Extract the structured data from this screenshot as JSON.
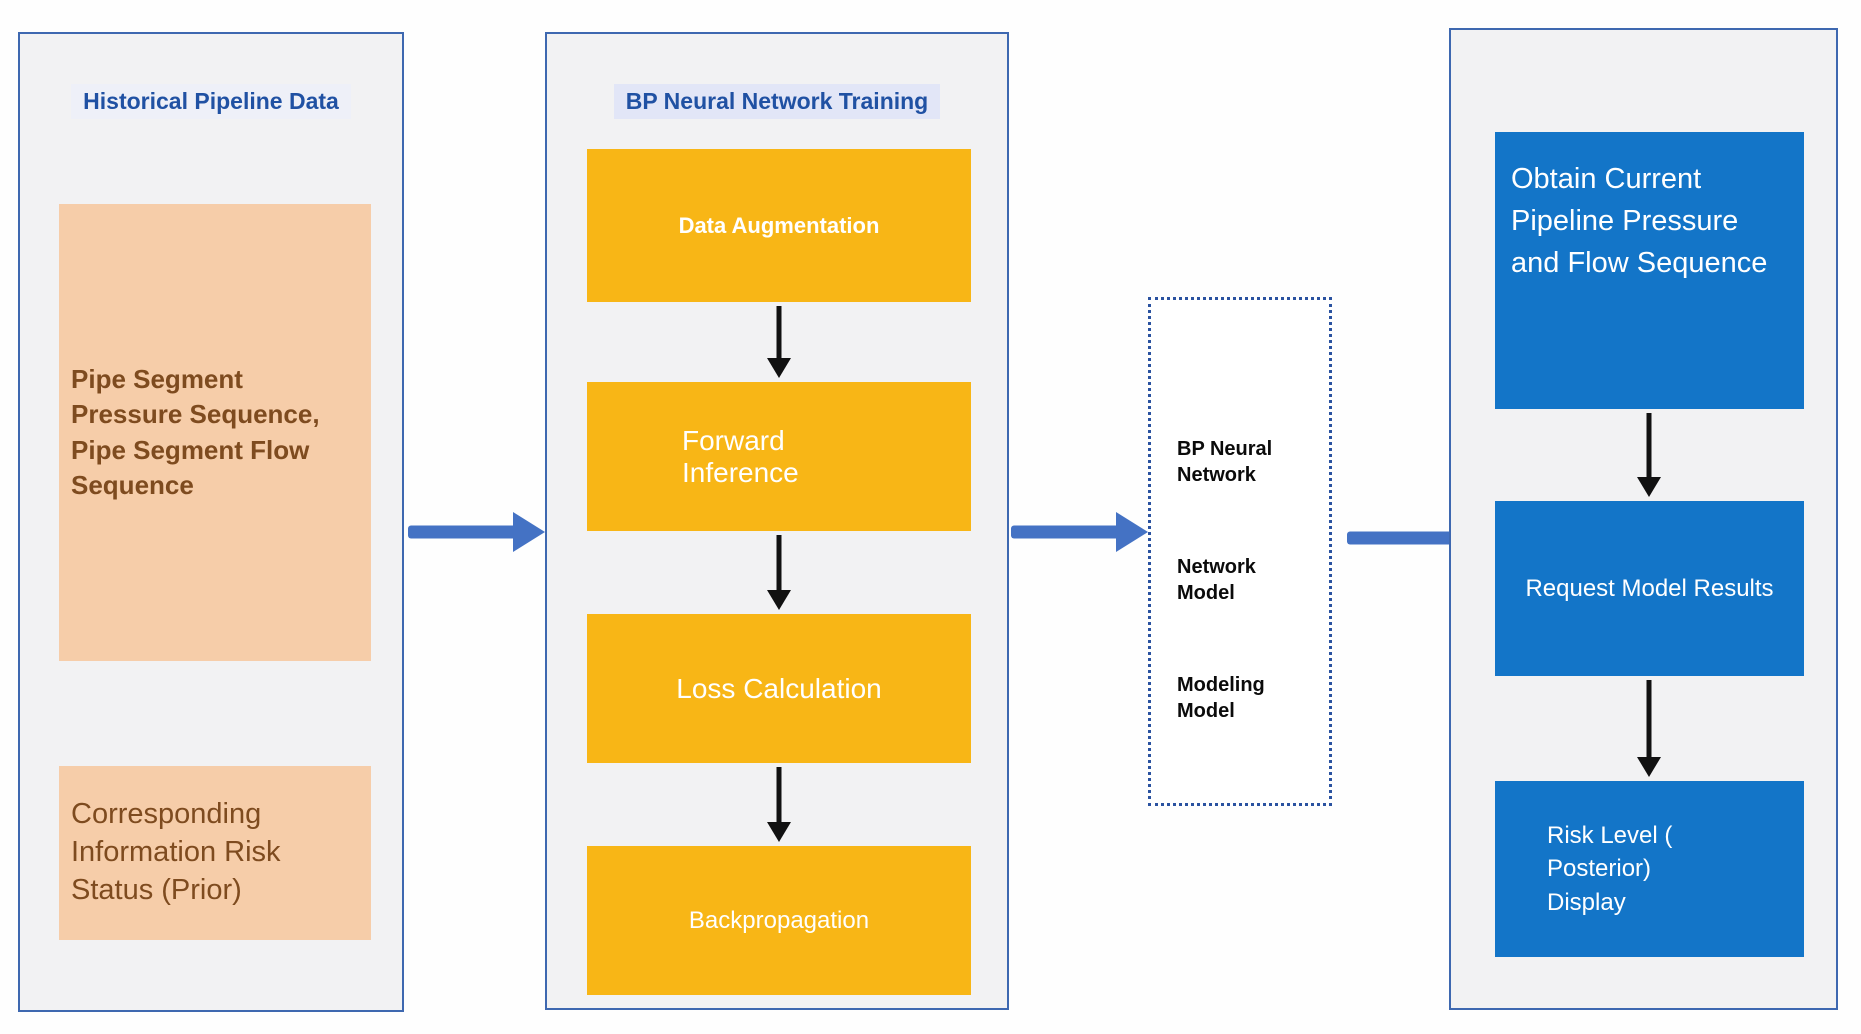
{
  "historical": {
    "title": "Historical Pipeline Data",
    "boxes": [
      "Pipe Segment Pressure Sequence, Pipe Segment Flow Sequence",
      "Corresponding Information Risk Status (Prior)"
    ]
  },
  "training": {
    "title": "BP Neural Network Training",
    "steps": [
      "Data Augmentation",
      "Forward\nInference",
      "Loss Calculation",
      "Backpropagation"
    ]
  },
  "model": {
    "items": [
      "BP Neural Network",
      "Network Model",
      "Modeling Model"
    ]
  },
  "inference": {
    "steps": [
      "Obtain Current Pipeline Pressure and Flow Sequence",
      "Request Model Results",
      "Risk Level (\nPosterior)\nDisplay"
    ]
  },
  "colors": {
    "panel-border": "#3e68b0",
    "panel-bg": "#f2f2f3",
    "peach": "#f6cda9",
    "brown-text": "#7e4b1f",
    "orange": "#f8b616",
    "blue-box": "#1375c8",
    "arrow-blue": "#4472c4",
    "title-blue": "#2051a3",
    "black-arrow": "#111111",
    "dotted-border": "#2a52a0"
  }
}
